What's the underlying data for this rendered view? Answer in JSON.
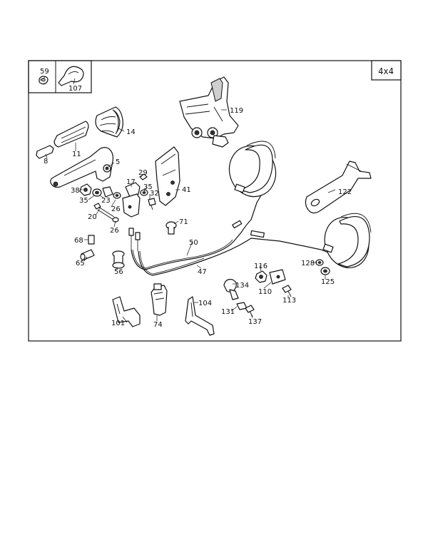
{
  "diagram": {
    "variant_badge": "4x4",
    "labels": {
      "p59": "59",
      "p107": "107",
      "p14": "14",
      "p8": "8",
      "p11": "11",
      "p5": "5",
      "p119": "119",
      "p29": "29",
      "p17": "17",
      "p35a": "35",
      "p32": "32",
      "p41": "41",
      "p38": "38",
      "p23": "23",
      "p35b": "35",
      "p26a": "26",
      "p20": "20",
      "p26b": "26",
      "p122": "122",
      "p71": "71",
      "p50": "50",
      "p47": "47",
      "p68": "68",
      "p65": "65",
      "p56": "56",
      "p116": "116",
      "p128": "128",
      "p125": "125",
      "p134": "134",
      "p110": "110",
      "p113": "113",
      "p104": "104",
      "p131": "131",
      "p137": "137",
      "p101": "101",
      "p74": "74"
    }
  }
}
